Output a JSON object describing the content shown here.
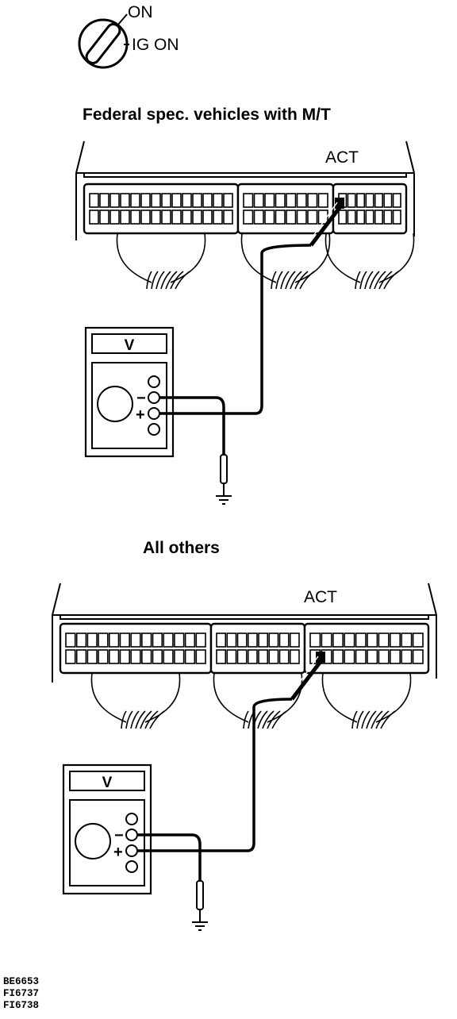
{
  "ignition": {
    "label_on": "ON",
    "label_ig_on": "IG ON"
  },
  "diagrams": [
    {
      "title": "Federal spec. vehicles with M/T",
      "connector_label": "ACT",
      "meter_display": "V",
      "minus_sign": "−",
      "plus_sign": "+"
    },
    {
      "title": "All others",
      "connector_label": "ACT",
      "meter_display": "V",
      "minus_sign": "−",
      "plus_sign": "+"
    }
  ],
  "figure_codes": [
    "BE6653",
    "FI6737",
    "FI6738"
  ]
}
